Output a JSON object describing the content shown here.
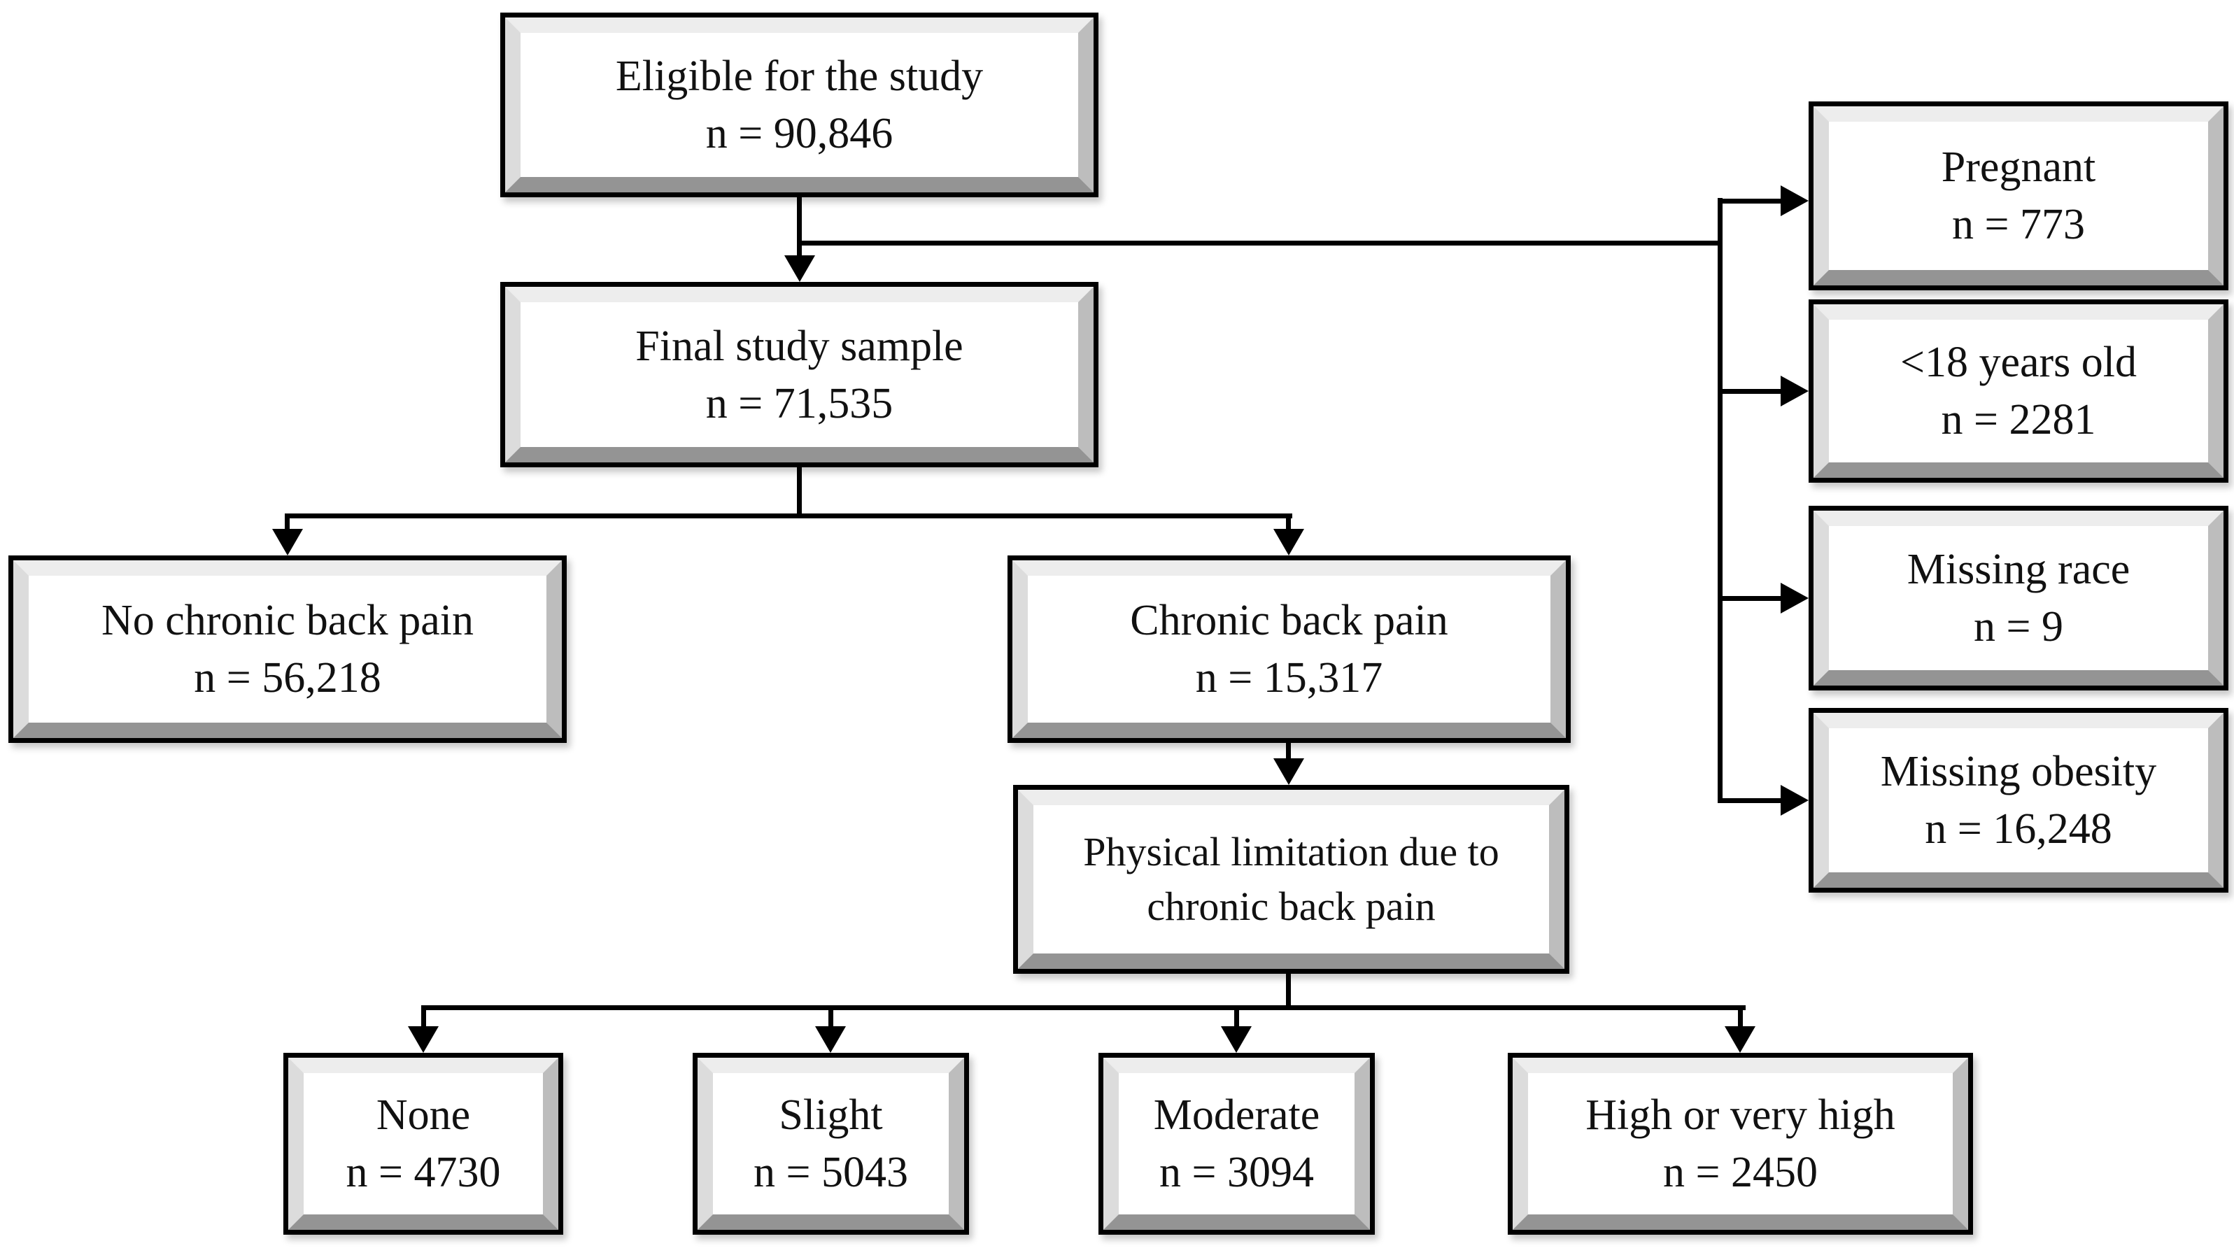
{
  "figure": {
    "type": "study-flow-diagram",
    "background_color": "#ffffff",
    "line_color": "#000000",
    "text_color": "#111111",
    "box_fill": "#ffffff"
  },
  "nodes": {
    "eligible": {
      "lines": [
        "Eligible for the study",
        "n = 90,846"
      ]
    },
    "final": {
      "lines": [
        "Final study sample",
        "n = 71,535"
      ]
    },
    "pregnant": {
      "lines": [
        "Pregnant",
        "n = 773"
      ]
    },
    "under18": {
      "lines": [
        "<18 years old",
        "n = 2281"
      ]
    },
    "missing_race": {
      "lines": [
        "Missing race",
        "n = 9"
      ]
    },
    "missing_obesity": {
      "lines": [
        "Missing obesity",
        "n = 16,248"
      ]
    },
    "no_cbp": {
      "lines": [
        "No chronic back pain",
        "n = 56,218"
      ]
    },
    "cbp": {
      "lines": [
        "Chronic back pain",
        "n = 15,317"
      ]
    },
    "physical": {
      "lines": [
        "Physical limitation due to",
        "chronic back pain"
      ]
    },
    "none": {
      "lines": [
        "None",
        "n = 4730"
      ]
    },
    "slight": {
      "lines": [
        "Slight",
        "n = 5043"
      ]
    },
    "moderate": {
      "lines": [
        "Moderate",
        "n = 3094"
      ]
    },
    "high": {
      "lines": [
        "High or very high",
        "n = 2450"
      ]
    }
  },
  "edges": [
    {
      "from": "eligible",
      "to": "final"
    },
    {
      "from": "eligible",
      "to": "pregnant"
    },
    {
      "from": "eligible",
      "to": "under18"
    },
    {
      "from": "eligible",
      "to": "missing_race"
    },
    {
      "from": "eligible",
      "to": "missing_obesity"
    },
    {
      "from": "final",
      "to": "no_cbp"
    },
    {
      "from": "final",
      "to": "cbp"
    },
    {
      "from": "cbp",
      "to": "physical"
    },
    {
      "from": "physical",
      "to": "none"
    },
    {
      "from": "physical",
      "to": "slight"
    },
    {
      "from": "physical",
      "to": "moderate"
    },
    {
      "from": "physical",
      "to": "high"
    }
  ]
}
